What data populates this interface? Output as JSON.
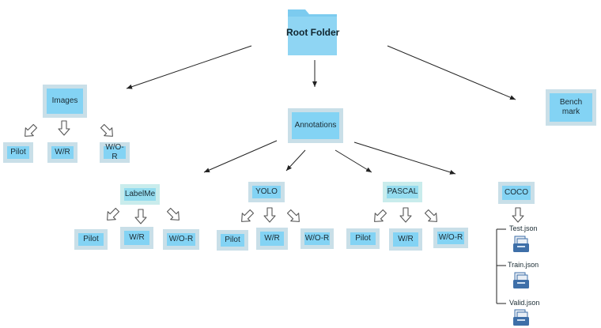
{
  "root": {
    "label": "Root Folder"
  },
  "images": {
    "label": "Images",
    "children": [
      "Pilot",
      "W/R",
      "W/O-R"
    ]
  },
  "annotations": {
    "label": "Annotations"
  },
  "benchmark": {
    "label_line1": "Bench",
    "label_line2": "mark"
  },
  "labelme": {
    "label": "LabelMe",
    "children": [
      "Pilot",
      "W/R",
      "W/O-R"
    ]
  },
  "yolo": {
    "label": "YOLO",
    "children": [
      "Pilot",
      "W/R",
      "W/O-R"
    ]
  },
  "pascal": {
    "label": "PASCAL",
    "children": [
      "Pilot",
      "W/R",
      "W/O-R"
    ]
  },
  "coco": {
    "label": "COCO",
    "files": [
      "Test.json",
      "Train.json",
      "Valid.json"
    ]
  },
  "colors": {
    "folder_front": "#83d3f4",
    "folder_back": "#c9dfe8",
    "teal_front": "#94dcef",
    "teal_back": "#c9ecec",
    "root_folder": "#8fd5f3",
    "doc_icon": "#3e6fa8"
  },
  "icons": {
    "root": "folder-icon",
    "file": "stacked-documents-icon",
    "arrow": "hollow-arrow-icon"
  }
}
